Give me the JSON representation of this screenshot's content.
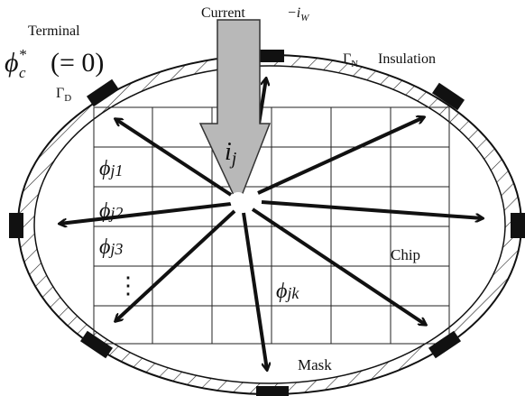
{
  "labels": {
    "current": "Current",
    "current_symbol": "−i",
    "current_symbol_sub": "W",
    "terminal": "Terminal",
    "terminal_potential": "ϕ",
    "terminal_potential_sup": "*",
    "terminal_potential_sub": "c",
    "terminal_value": "(= 0)",
    "gamma_d": "Γ",
    "gamma_d_sub": "D",
    "gamma_n": "Γ",
    "gamma_n_sub": "N",
    "insulation": "Insulation",
    "current_ij": "i",
    "current_ij_sub": "j",
    "phi_j1": "ϕ",
    "phi_j1_sub": "j1",
    "phi_j2": "ϕ",
    "phi_j2_sub": "j2",
    "phi_j3": "ϕ",
    "phi_j3_sub": "j3",
    "phi_dots": "⋮",
    "phi_jk": "ϕ",
    "phi_jk_sub": "jk",
    "chip": "Chip",
    "mask": "Mask"
  },
  "colors": {
    "stroke": "#111111",
    "hatch": "#222222",
    "arrow_fill": "#b8b8b8",
    "background": "#ffffff"
  }
}
